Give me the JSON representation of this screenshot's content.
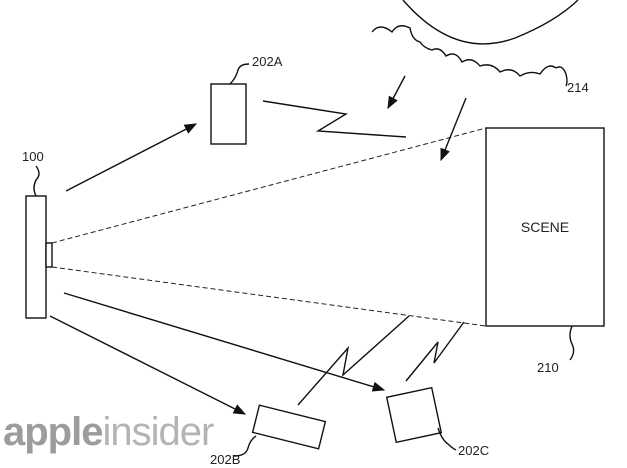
{
  "labels": {
    "device": "100",
    "camera_a": "202A",
    "camera_b": "202B",
    "camera_c": "202C",
    "scene": "SCENE",
    "scene_ref": "210",
    "light_source": "214"
  },
  "watermark": {
    "part1": "apple",
    "part2": "insider"
  },
  "colors": {
    "stroke": "#111111",
    "watermark_bold": "#9c9c9c",
    "watermark_light": "#b4b4b4"
  }
}
